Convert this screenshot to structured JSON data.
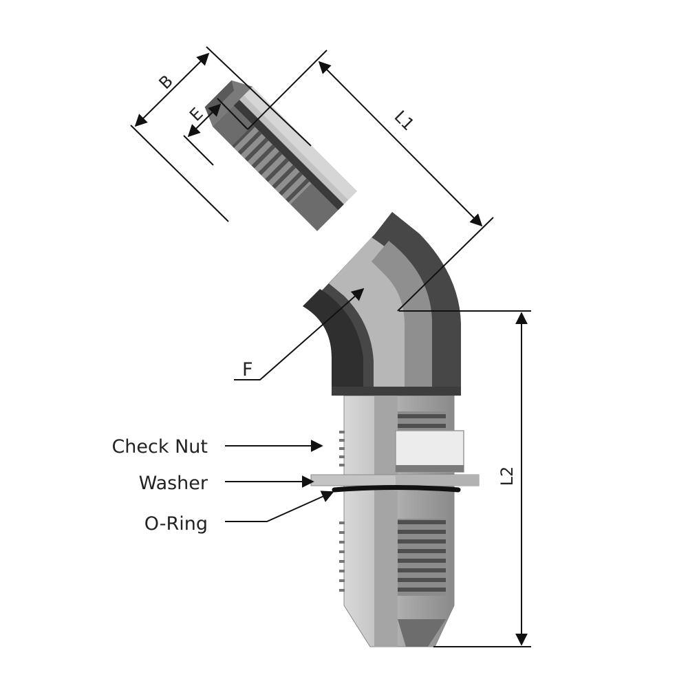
{
  "labels": {
    "check_nut": "Check Nut",
    "washer": "Washer",
    "o_ring": "O-Ring",
    "f": "F",
    "b": "B",
    "e": "E",
    "l1": "L1",
    "l2": "L2"
  },
  "colors": {
    "dim_line": "#111111",
    "body_light": "#c9c9c9",
    "body_mid": "#a3a3a3",
    "body_dark": "#5f5f5f",
    "body_darkest": "#3a3a3a",
    "o_ring": "#111111"
  }
}
